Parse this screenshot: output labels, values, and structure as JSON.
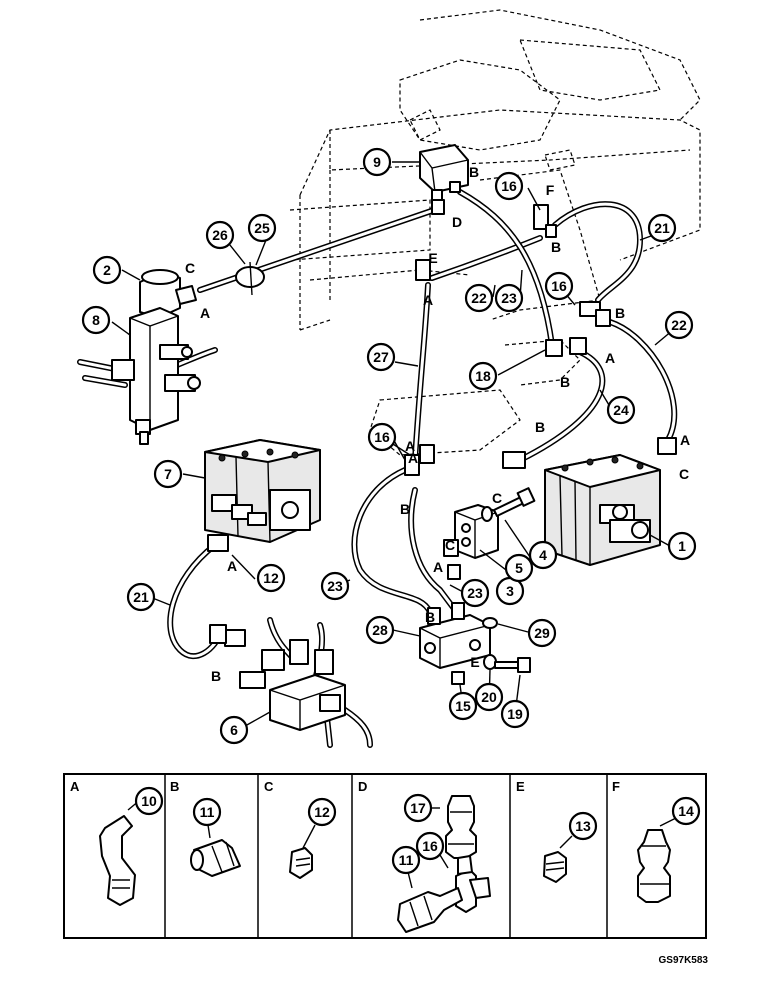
{
  "diagram": {
    "drawing_number": "GS97K583",
    "callouts": [
      "1",
      "2",
      "3",
      "4",
      "5",
      "6",
      "7",
      "8",
      "9",
      "12",
      "15",
      "16",
      "16",
      "16",
      "18",
      "19",
      "20",
      "21",
      "21",
      "22",
      "22",
      "23",
      "23",
      "23",
      "24",
      "25",
      "26",
      "27",
      "28",
      "29"
    ],
    "port_letters": [
      "A",
      "A",
      "A",
      "A",
      "A",
      "A",
      "A",
      "A",
      "B",
      "B",
      "B",
      "B",
      "B",
      "B",
      "B",
      "B",
      "C",
      "C",
      "C",
      "C",
      "D",
      "E",
      "E",
      "F"
    ],
    "detail_panels": [
      {
        "letter": "A",
        "parts": [
          "10"
        ]
      },
      {
        "letter": "B",
        "parts": [
          "11"
        ]
      },
      {
        "letter": "C",
        "parts": [
          "12"
        ]
      },
      {
        "letter": "D",
        "parts": [
          "17",
          "16",
          "11"
        ]
      },
      {
        "letter": "E",
        "parts": [
          "13"
        ]
      },
      {
        "letter": "F",
        "parts": [
          "14"
        ]
      }
    ]
  }
}
